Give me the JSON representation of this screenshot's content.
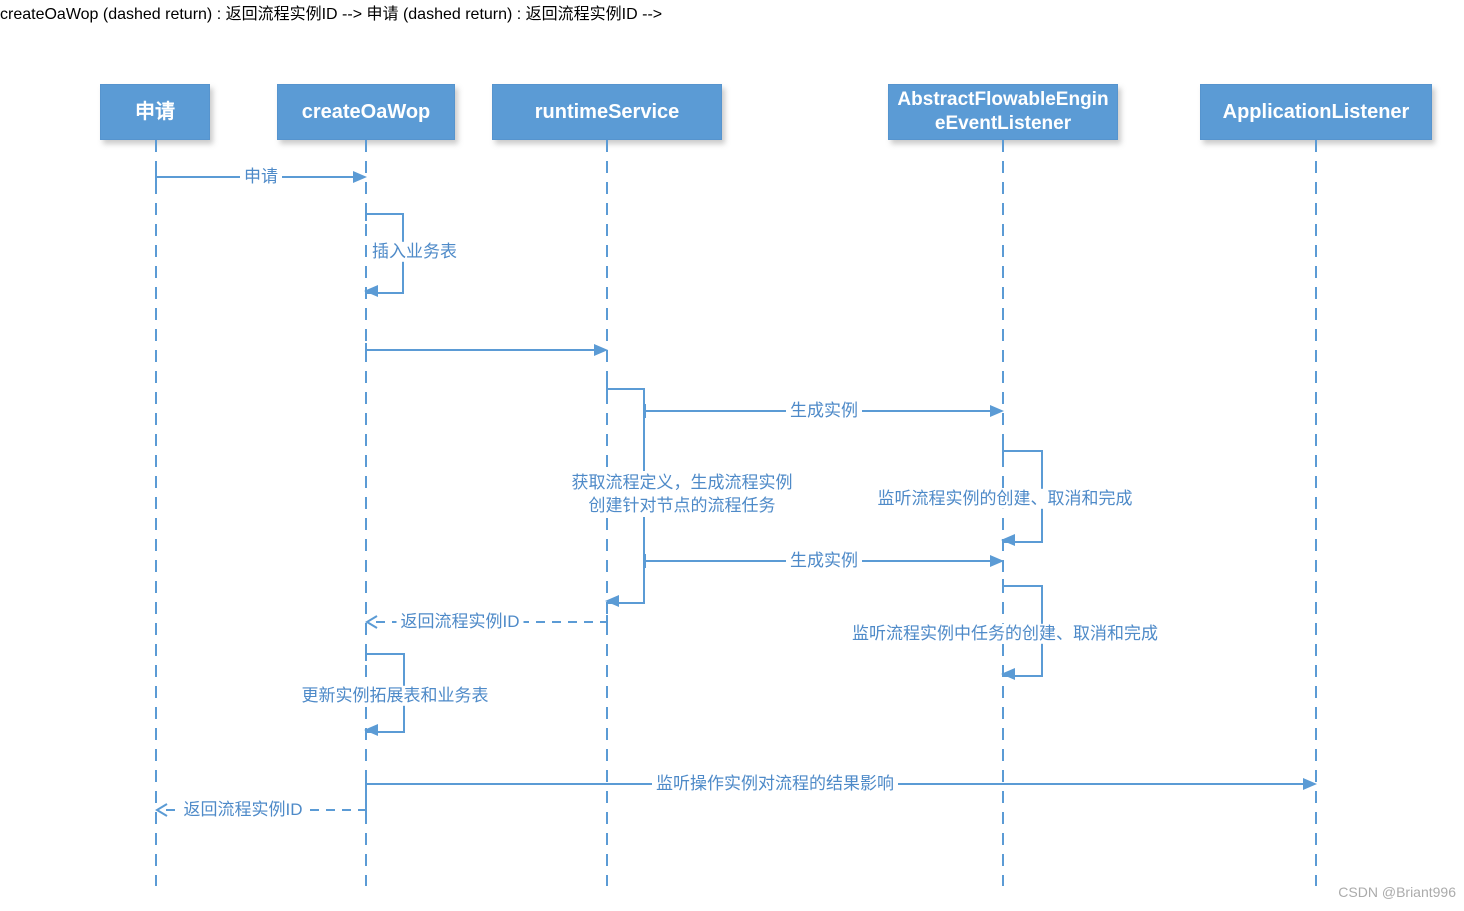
{
  "diagram_type": "uml-sequence",
  "colors": {
    "accent": "#5B9BD5",
    "actor_fill": "#5B9BD5",
    "actor_text": "#FFFFFF",
    "message_text": "#4E8AC8",
    "watermark_text": "#ABABAB",
    "background": "#FFFFFF"
  },
  "actors": [
    {
      "id": "applicant",
      "label": "申请"
    },
    {
      "id": "create-oa-wop",
      "label": "createOaWop"
    },
    {
      "id": "runtime-service",
      "label": "runtimeService"
    },
    {
      "id": "abstract-flowable-engine-event-listener",
      "label": "AbstractFlowableEngineEventListener"
    },
    {
      "id": "application-listener",
      "label": "ApplicationListener"
    }
  ],
  "messages": [
    {
      "from": "申请",
      "to": "createOaWop",
      "type": "solid",
      "label": "申请"
    },
    {
      "from": "createOaWop",
      "to": "createOaWop",
      "type": "self",
      "label": "插入业务表"
    },
    {
      "from": "createOaWop",
      "to": "runtimeService",
      "type": "solid",
      "label": ""
    },
    {
      "from": "runtimeService",
      "to": "runtimeService",
      "type": "self",
      "label": "获取流程定义，生成流程实例 创建针对节点的流程任务",
      "label_line1": "获取流程定义，生成流程实例",
      "label_line2": "创建针对节点的流程任务"
    },
    {
      "from": "runtimeService",
      "to": "AbstractFlowableEngineEventListener",
      "type": "solid",
      "label": "生成实例"
    },
    {
      "from": "AbstractFlowableEngineEventListener",
      "to": "AbstractFlowableEngineEventListener",
      "type": "self",
      "label": "监听流程实例的创建、取消和完成"
    },
    {
      "from": "runtimeService",
      "to": "AbstractFlowableEngineEventListener",
      "type": "solid",
      "label": "生成实例"
    },
    {
      "from": "runtimeService",
      "to": "createOaWop",
      "type": "return-dashed",
      "label": "返回流程实例ID"
    },
    {
      "from": "AbstractFlowableEngineEventListener",
      "to": "AbstractFlowableEngineEventListener",
      "type": "self",
      "label": "监听流程实例中任务的创建、取消和完成"
    },
    {
      "from": "createOaWop",
      "to": "createOaWop",
      "type": "self",
      "label": "更新实例拓展表和业务表"
    },
    {
      "from": "createOaWop",
      "to": "ApplicationListener",
      "type": "solid",
      "label": "监听操作实例对流程的结果影响"
    },
    {
      "from": "createOaWop",
      "to": "申请",
      "type": "return-dashed",
      "label": "返回流程实例ID"
    }
  ],
  "watermark": "CSDN @Briant996"
}
